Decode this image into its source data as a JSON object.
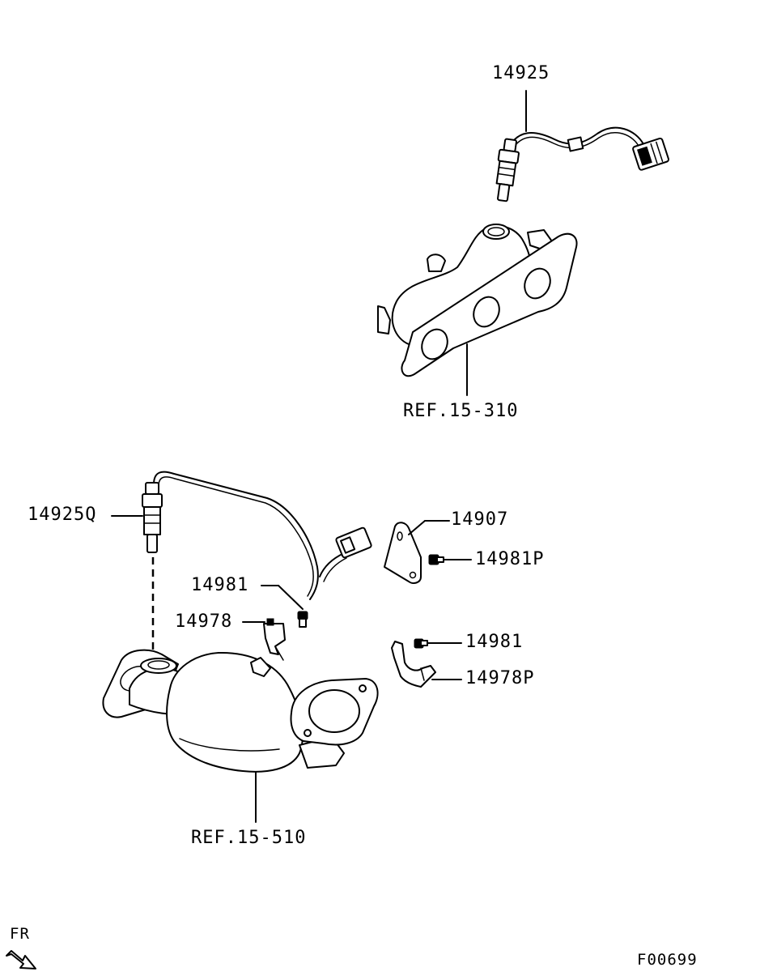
{
  "labels": {
    "upper_sensor": "14925",
    "upper_ref": "REF.15-310",
    "lower_sensor": "14925Q",
    "bracket": "14907",
    "bolt_bracket": "14981P",
    "bolt_left": "14981",
    "clip_left": "14978",
    "bolt_right": "14981",
    "clip_right": "14978P",
    "lower_ref": "REF.15-510",
    "direction": "FR",
    "figure_code": "F00699"
  },
  "icons": {
    "direction_arrow": "front-direction-arrow-icon"
  }
}
